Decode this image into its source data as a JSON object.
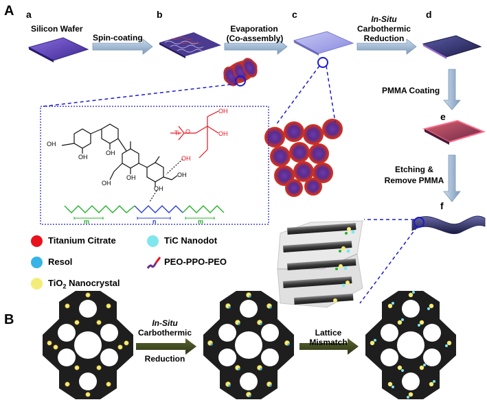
{
  "panels": {
    "A": "A",
    "B": "B"
  },
  "steps": {
    "a": "a",
    "b": "b",
    "c": "c",
    "d": "d",
    "e": "e",
    "f": "f"
  },
  "labels": {
    "silicon_wafer": "Silicon Wafer",
    "spin_coating": "Spin-coating",
    "evaporation": "Evaporation",
    "co_assembly": "(Co-assembly)",
    "in_situ": "In-Situ",
    "carbothermic": "Carbothermic",
    "reduction": "Reduction",
    "pmma_coating": "PMMA Coating",
    "etching": "Etching &",
    "remove_pmma": "Remove PMMA",
    "lattice": "Lattice",
    "mismatch": "Mismatch"
  },
  "chem": {
    "oh": "OH",
    "ti": "Ti",
    "o": "O",
    "m": "m",
    "n": "n"
  },
  "legend": {
    "titanium_citrate": "Titanium Citrate",
    "resol": "Resol",
    "tio2_prefix": "TiO",
    "tio2_sub": "2",
    "tio2_suffix": " Nanocrystal",
    "tic": "TiC Nanodot",
    "peo": "PEO-PPO-PEO"
  },
  "colors": {
    "titanium_citrate": "#e8121c",
    "resol": "#36b4e6",
    "tio2": "#f4ec78",
    "tic": "#7fe6ee",
    "arrow": "#9cb6d4",
    "arrow_dark": "#3c4620",
    "wafer": "#6a4cc4",
    "red_chain": "#e8121c",
    "blue_chain": "#2b3cd8",
    "green_chain": "#27b02a"
  }
}
